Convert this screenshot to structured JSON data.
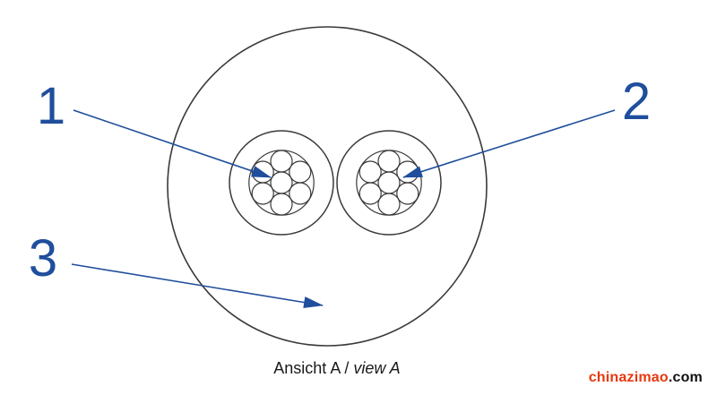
{
  "diagram": {
    "caption": {
      "prefix": "Ansicht A / ",
      "italic_suffix": "view A"
    },
    "callouts": {
      "label1": "1",
      "label2": "2",
      "label3": "3"
    },
    "watermark": {
      "site": "chinazimao",
      "tld": ".com"
    },
    "colors": {
      "accent": "#1f4e9c",
      "line": "#3a3a3a",
      "watermark_red": "#e8380d",
      "watermark_dark": "#111111"
    }
  }
}
